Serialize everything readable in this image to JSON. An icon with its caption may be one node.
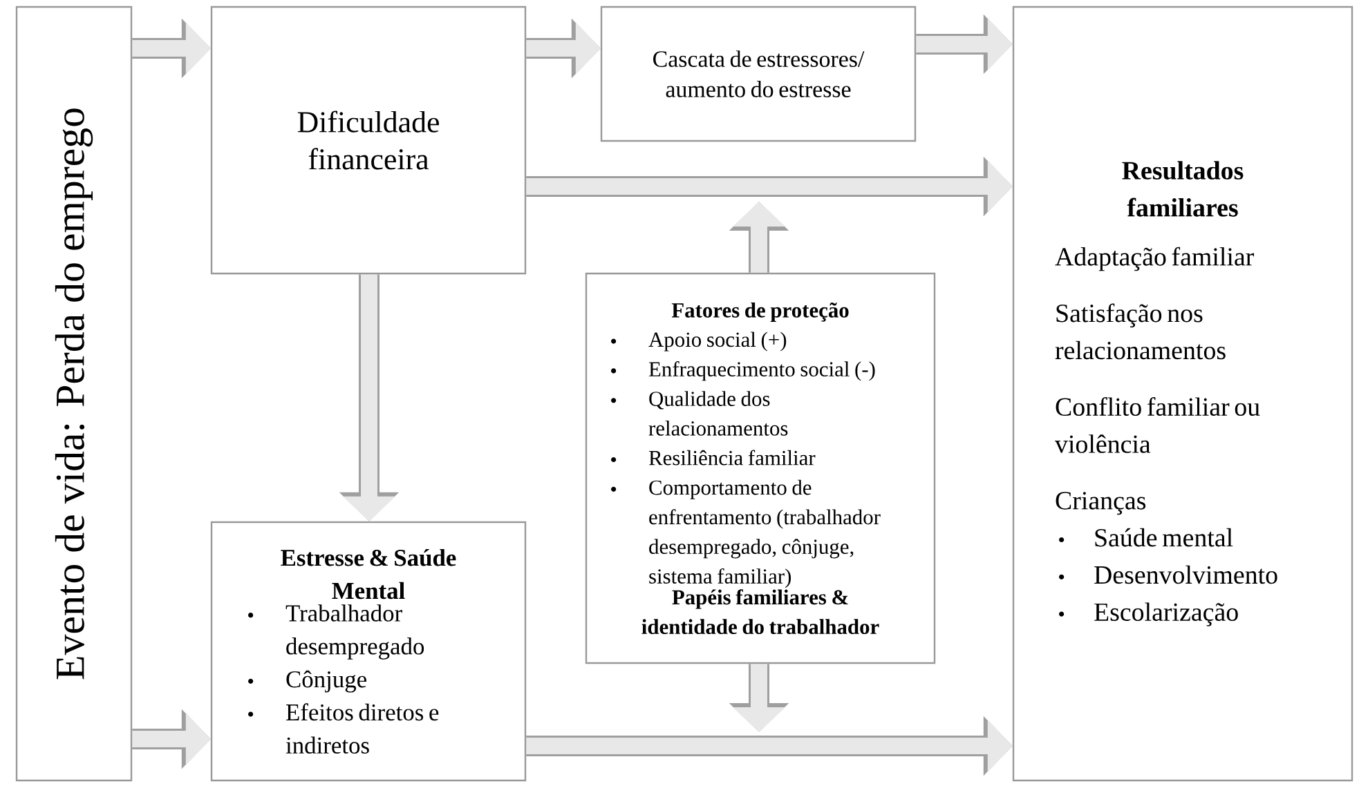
{
  "diagram": {
    "nodes": [
      {
        "text": [
          "Evento de vida: Perda do emprego"
        ]
      },
      {
        "text": [
          "Dificuldade financeira"
        ]
      },
      {
        "text": [
          "Cascata de estressores/ aumento do estresse"
        ]
      },
      {
        "text": [
          "Resultados familiares",
          "Adaptação familiar",
          "Satisfação nos relacionamentos",
          "Conflito familiar ou violência",
          "Crianças",
          "Saúde mental",
          "Desenvolvimento",
          "Escolarização"
        ]
      },
      {
        "text": [
          "Fatores de proteção",
          "Apoio social (+)",
          "Enfraquecimento social (-)",
          "Qualidade dos relacionamentos",
          "Resiliência familiar",
          "Comportamento de enfrentamento (trabalhador desempregado, cônjuge, sistema familiar)",
          "Papéis familiares & identidade do trabalhador"
        ]
      },
      {
        "text": [
          "Estresse & Saúde Mental",
          "Trabalhador desempregado",
          "Cônjuge",
          "Efeitos diretos e indiretos"
        ]
      }
    ],
    "edges": [
      {
        "from": 0,
        "to": 1,
        "arrow": "to"
      },
      {
        "from": 1,
        "to": 2,
        "arrow": "to"
      },
      {
        "from": 2,
        "to": 3,
        "arrow": "to"
      },
      {
        "from": 1,
        "to": 3,
        "arrow": "to"
      },
      {
        "from": 1,
        "to": 5,
        "arrow": "to"
      },
      {
        "from": 0,
        "to": 5,
        "arrow": "to"
      },
      {
        "from": 5,
        "to": 3,
        "arrow": "to"
      },
      {
        "from": 4,
        "to": null,
        "arrow": "to"
      },
      {
        "from": 4,
        "to": null,
        "arrow": "to"
      }
    ]
  }
}
